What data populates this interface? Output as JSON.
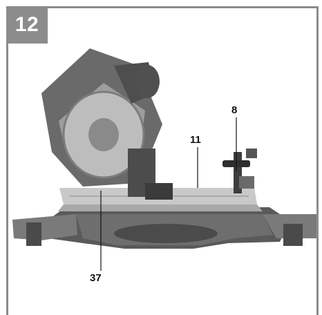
{
  "figure": {
    "number": "12",
    "accent_color": "#8c8c8c"
  },
  "callouts": {
    "c8": "8",
    "c11": "11",
    "c37": "37"
  }
}
